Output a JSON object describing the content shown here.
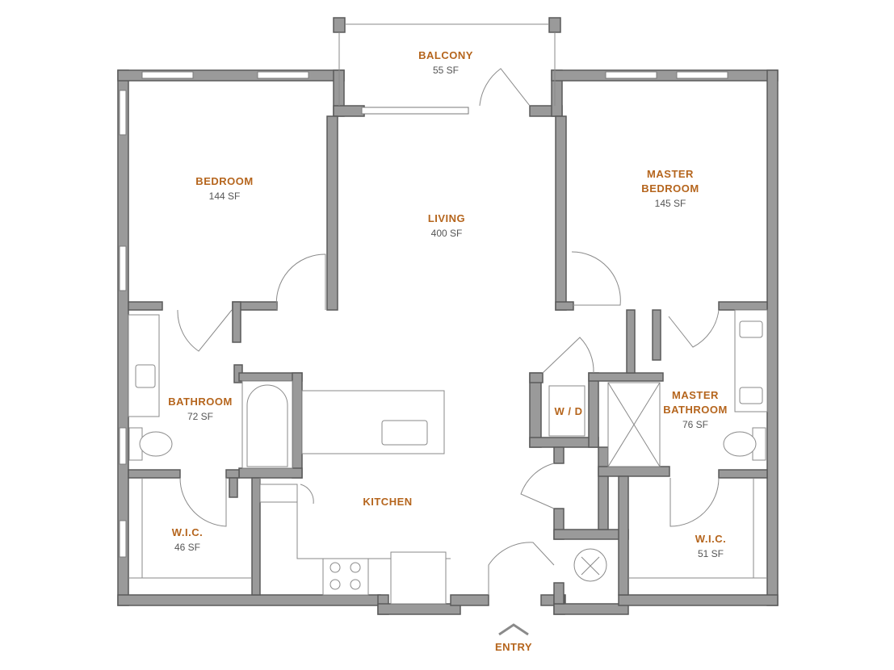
{
  "colors": {
    "label": "#b5651d",
    "area": "#555555",
    "wall": "#9a9a9a",
    "wall_edge": "#5a5a5a"
  },
  "rooms": {
    "balcony": {
      "name": "BALCONY",
      "area": "55 SF"
    },
    "bedroom": {
      "name": "BEDROOM",
      "area": "144 SF"
    },
    "living": {
      "name": "LIVING",
      "area": "400 SF"
    },
    "master_bedroom": {
      "name_line1": "MASTER",
      "name_line2": "BEDROOM",
      "area": "145 SF"
    },
    "bathroom": {
      "name": "BATHROOM",
      "area": "72 SF"
    },
    "wd": {
      "name": "W / D"
    },
    "master_bathroom": {
      "name_line1": "MASTER",
      "name_line2": "BATHROOM",
      "area": "76 SF"
    },
    "kitchen": {
      "name": "KITCHEN"
    },
    "wic_left": {
      "name": "W.I.C.",
      "area": "46 SF"
    },
    "wic_right": {
      "name": "W.I.C.",
      "area": "51 SF"
    }
  },
  "entry": {
    "label": "ENTRY",
    "icon": "entry-arrow-icon"
  },
  "icons": [
    "entry-arrow-icon",
    "water-heater-icon",
    "sink-icon",
    "toilet-icon",
    "bathtub-icon",
    "stove-icon",
    "refrigerator-icon",
    "shower-icon",
    "door-swing-icon"
  ]
}
